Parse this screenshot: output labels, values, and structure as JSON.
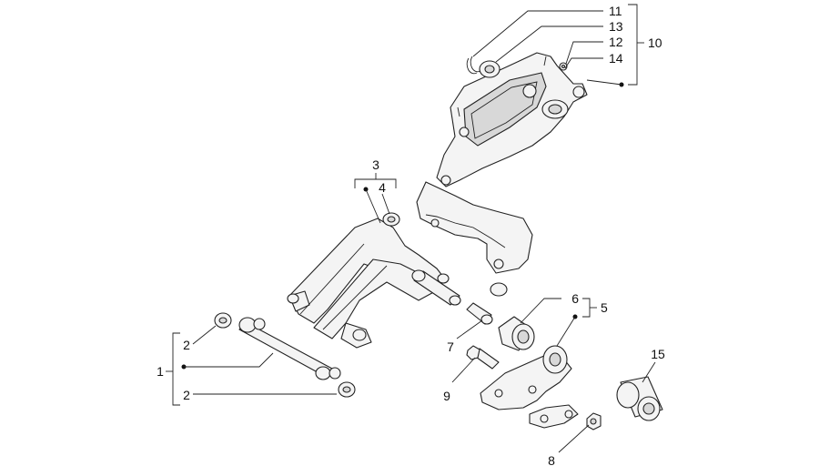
{
  "labels": {
    "n1": "1",
    "n2a": "2",
    "n2b": "2",
    "n3": "3",
    "n4": "4",
    "n5": "5",
    "n6": "6",
    "n7": "7",
    "n8": "8",
    "n9": "9",
    "n10": "10",
    "n11": "11",
    "n12": "12",
    "n13": "13",
    "n14": "14",
    "n15": "15"
  }
}
